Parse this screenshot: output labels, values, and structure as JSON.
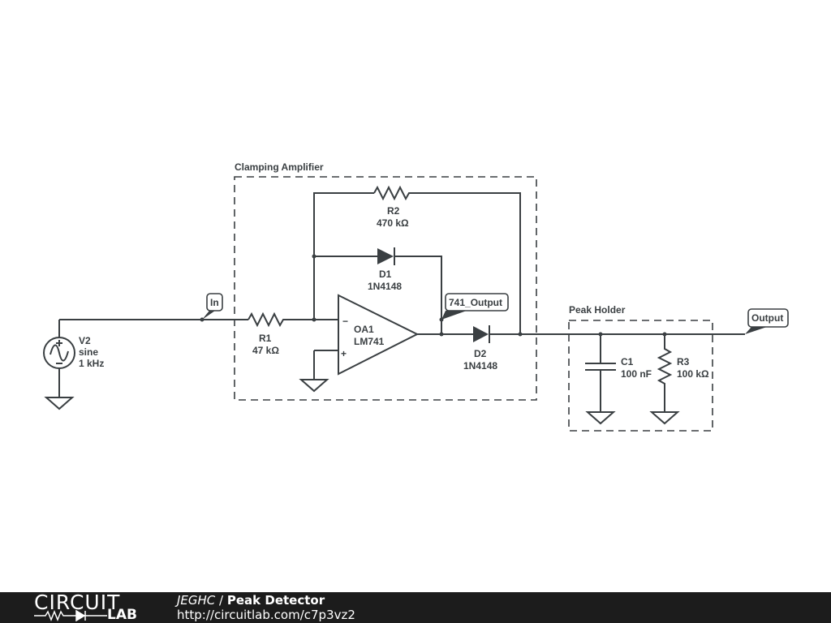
{
  "schematic": {
    "groups": {
      "clamping": "Clamping Amplifier",
      "peak": "Peak Holder"
    },
    "net_labels": {
      "in": "In",
      "opamp_out": "741_Output",
      "output": "Output"
    },
    "components": {
      "V2": {
        "ref": "V2",
        "type": "sine",
        "value": "1 kHz"
      },
      "R1": {
        "ref": "R1",
        "value": "47 kΩ"
      },
      "R2": {
        "ref": "R2",
        "value": "470 kΩ"
      },
      "D1": {
        "ref": "D1",
        "value": "1N4148"
      },
      "D2": {
        "ref": "D2",
        "value": "1N4148"
      },
      "OA1": {
        "ref": "OA1",
        "value": "LM741",
        "inv": "−",
        "noninv": "+"
      },
      "C1": {
        "ref": "C1",
        "value": "100 nF"
      },
      "R3": {
        "ref": "R3",
        "value": "100 kΩ"
      }
    }
  },
  "footer": {
    "logo_top": "CIRCUIT",
    "logo_bottom": "LAB",
    "user": "JEGHC",
    "separator": " / ",
    "title": "Peak Detector",
    "url": "http://circuitlab.com/c7p3vz2"
  }
}
